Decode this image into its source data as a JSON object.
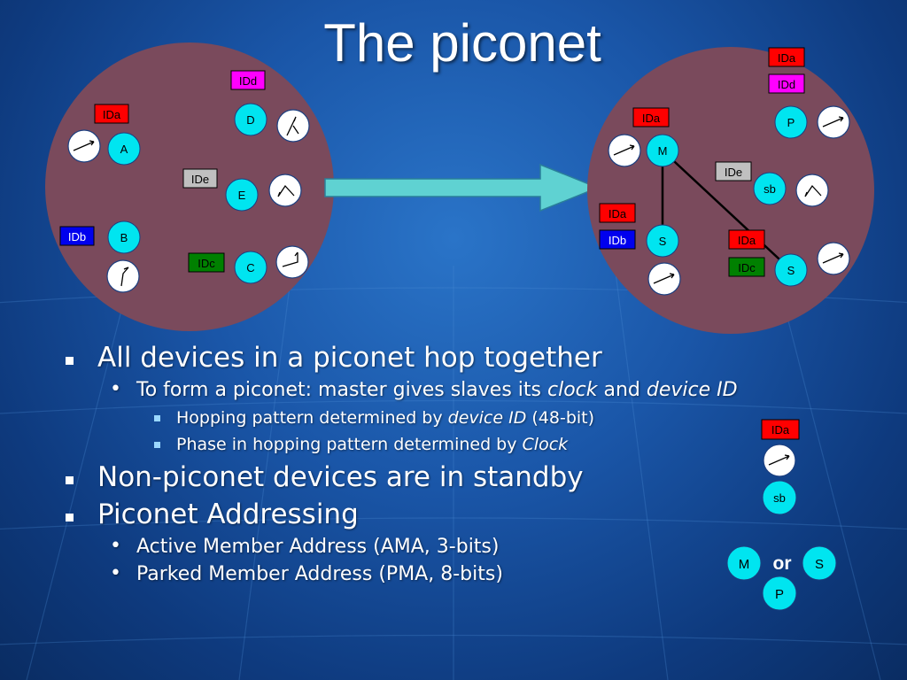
{
  "title": "The piconet",
  "colors": {
    "circle_fill": "#7a4a5c",
    "node_fill": "#00e5f0",
    "arrow_fill": "#5fd2d2",
    "id_red": "#ff0000",
    "id_magenta": "#ff00ff",
    "id_gray": "#c0c0c0",
    "id_blue": "#0000ee",
    "id_green": "#008000"
  },
  "diagram": {
    "left_piconet": {
      "id_labels": [
        "IDd",
        "IDa",
        "IDe",
        "IDb",
        "IDc"
      ],
      "nodes": [
        "A",
        "D",
        "E",
        "B",
        "C"
      ]
    },
    "right_piconet": {
      "id_labels": [
        "IDa",
        "IDd",
        "IDa",
        "IDe",
        "IDa",
        "IDb",
        "IDa",
        "IDc"
      ],
      "nodes": [
        "P",
        "M",
        "sb",
        "S",
        "S"
      ]
    },
    "legend": {
      "id_label": "IDa",
      "standby_node": "sb",
      "master_node": "M",
      "or_text": "or",
      "slave_node": "S",
      "parked_node": "P"
    }
  },
  "bullets": {
    "item1": "All devices in a piconet hop together",
    "item1_sub1": {
      "part1": "To form a piconet: master gives slaves its ",
      "clock": "clock",
      "and": " and ",
      "device_id": "device ID"
    },
    "item1_sub1_sub1": {
      "part1": "Hopping pattern determined by ",
      "device_id": "device ID",
      "part2": " (48-bit)"
    },
    "item1_sub1_sub2": {
      "part1": "Phase in hopping pattern determined by ",
      "clock": "Clock"
    },
    "item2": "Non-piconet devices are in standby",
    "item3": "Piconet Addressing",
    "item3_sub1": "Active Member Address (AMA, 3-bits)",
    "item3_sub2": "Parked Member Address (PMA, 8-bits)"
  }
}
